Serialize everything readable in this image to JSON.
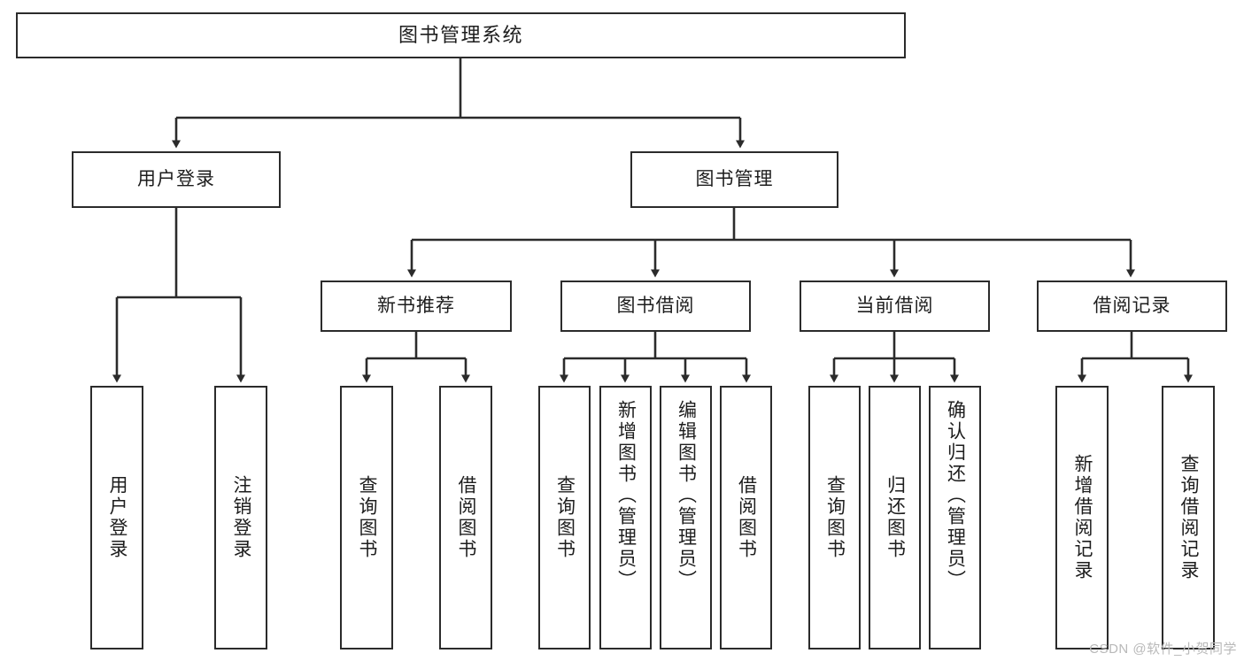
{
  "diagram": {
    "title": "图书管理系统",
    "type": "tree-hierarchy",
    "root": {
      "label": "图书管理系统"
    },
    "level1": [
      {
        "label": "用户登录"
      },
      {
        "label": "图书管理"
      }
    ],
    "level2": [
      {
        "label": "新书推荐"
      },
      {
        "label": "图书借阅"
      },
      {
        "label": "当前借阅"
      },
      {
        "label": "借阅记录"
      }
    ],
    "leaves": {
      "user_login": [
        {
          "label": "用户登录"
        },
        {
          "label": "注销登录"
        }
      ],
      "new_book_recommend": [
        {
          "label": "查询图书"
        },
        {
          "label": "借阅图书"
        }
      ],
      "book_borrow": [
        {
          "label": "查询图书"
        },
        {
          "label": "新增图书（管理员）"
        },
        {
          "label": "编辑图书（管理员）"
        },
        {
          "label": "借阅图书"
        }
      ],
      "current_borrow": [
        {
          "label": "查询图书"
        },
        {
          "label": "归还图书"
        },
        {
          "label": "确认归还（管理员）"
        }
      ],
      "borrow_record": [
        {
          "label": "新增借阅记录"
        },
        {
          "label": "查询借阅记录"
        }
      ]
    }
  },
  "colors": {
    "stroke": "#2b2b2b",
    "text": "#1d1d1d",
    "background": "#ffffff",
    "watermark": "#b9b9b9"
  },
  "watermark": {
    "text": "CSDN @软件_小贺同学"
  }
}
